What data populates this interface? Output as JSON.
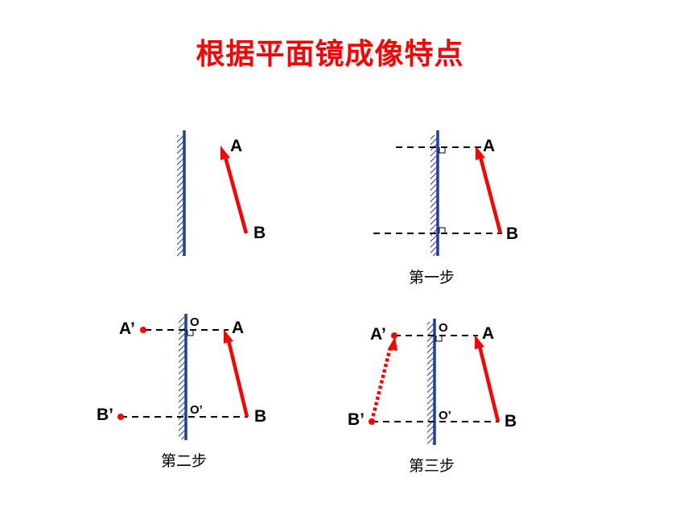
{
  "title": "根据平面镜成像特点",
  "colors": {
    "title": "#ff0000",
    "mirror": "#1f3f9f",
    "arrow": "#ff0000",
    "guide": "#000000"
  },
  "panels": [
    {
      "labels": {
        "A": "A",
        "B": "B"
      }
    },
    {
      "caption": "第一步",
      "labels": {
        "A": "A",
        "B": "B"
      }
    },
    {
      "caption": "第二步",
      "labels": {
        "A": "A",
        "B": "B",
        "A_img": "A’",
        "B_img": "B’",
        "O": "O",
        "O_img": "O’"
      }
    },
    {
      "caption": "第三步",
      "labels": {
        "A": "A",
        "B": "B",
        "A_img": "A’",
        "B_img": "B’",
        "O": "O",
        "O_img": "O’"
      }
    }
  ]
}
